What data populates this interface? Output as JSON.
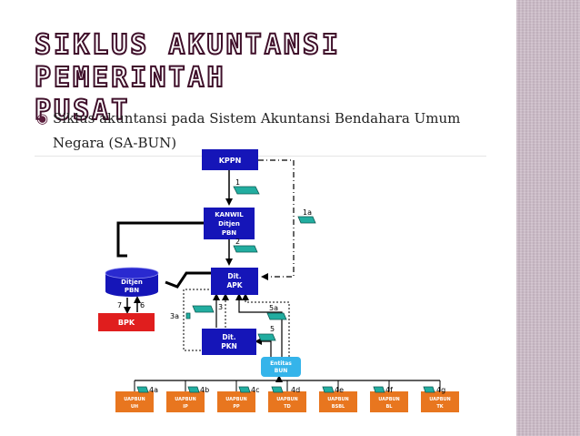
{
  "slide": {
    "title_line1": "SIKLUS AKUNTANSI PEMERINTAH",
    "title_line2": "PUSAT",
    "bullet_icon": "circled-bullet-icon",
    "bullet_text": "Siklus akuntansi pada Sistem Akuntansi Bendahara Umum Negara (SA-BUN)"
  },
  "colors": {
    "title_fill": "#ffffff",
    "title_outline": "#3f0f2a",
    "box_blue": "#1515b8",
    "box_red": "#e01e1e",
    "box_cyan": "#35b4ea",
    "box_orange": "#e8761f",
    "document": "#22ada0",
    "sidebar": "#ccbcc8"
  },
  "diagram": {
    "kppn": "KPPN",
    "kanwil": [
      "KANWIL",
      "Ditjen",
      "PBN"
    ],
    "dit_apk": [
      "Dit.",
      "APK"
    ],
    "dit_pkn": [
      "Dit.",
      "PKN"
    ],
    "ditjen_pbn": [
      "Ditjen",
      "PBN"
    ],
    "bpk": "BPK",
    "entitas_bun": [
      "Entitas",
      "BUN"
    ],
    "step_labels": {
      "s1": "1",
      "s1a": "1a",
      "s2": "2",
      "s3": "3",
      "s3a": "3a",
      "s5": "5",
      "s5a": "5a",
      "s6": "6",
      "s7": "7",
      "s4a": "4a",
      "s4b": "4b",
      "s4c": "4c",
      "s4d": "4d",
      "s4e": "4e",
      "s4f": "4f",
      "s4g": "4g"
    },
    "uapbun_top": "UAPBUN",
    "uapbun_units": [
      "UH",
      "IP",
      "PP",
      "TD",
      "BSBL",
      "BL",
      "TK"
    ]
  }
}
